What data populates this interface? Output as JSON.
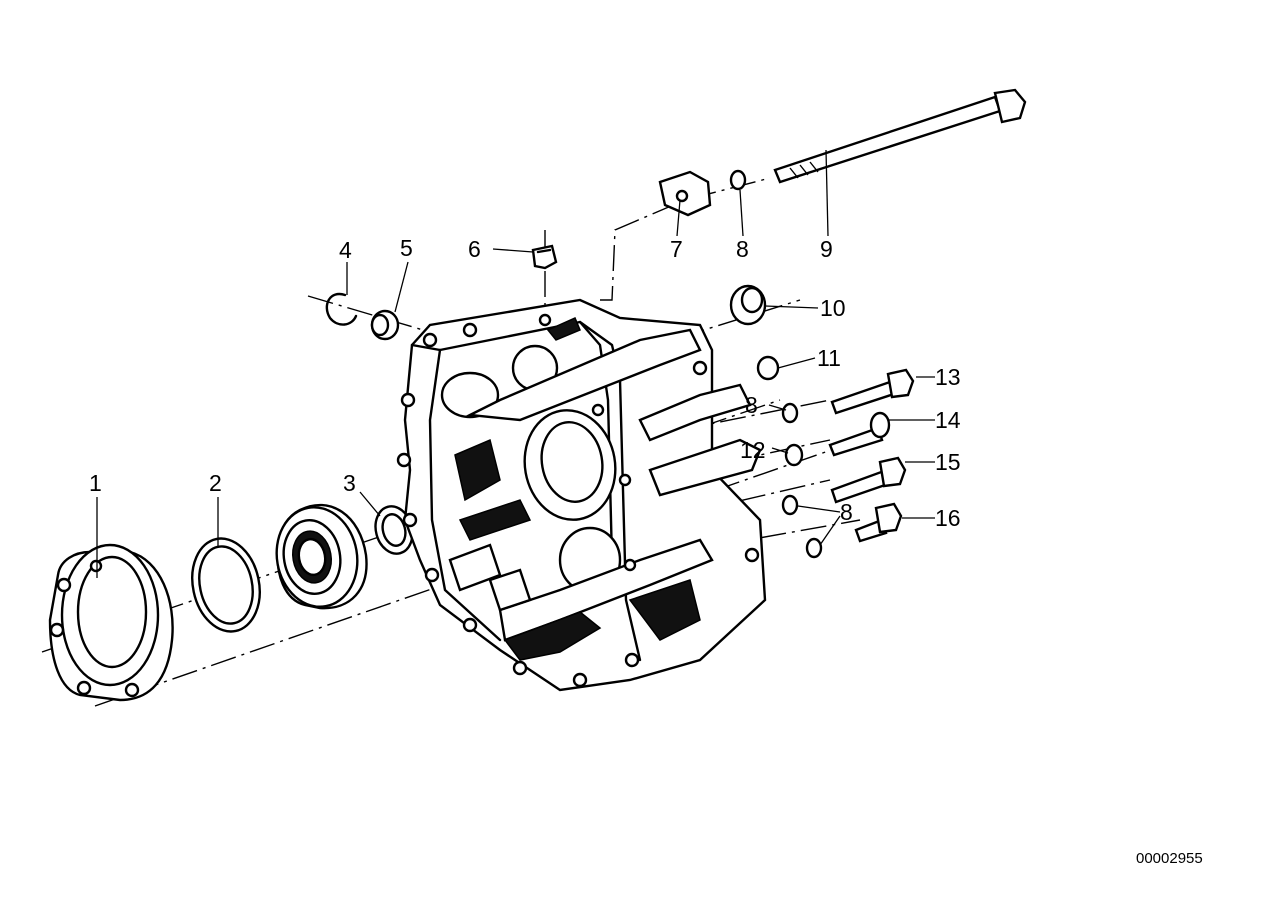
{
  "diagram": {
    "callouts": [
      "1",
      "2",
      "3",
      "4",
      "5",
      "6",
      "7",
      "8",
      "9",
      "10",
      "11",
      "8",
      "12",
      "13",
      "14",
      "15",
      "8",
      "16"
    ],
    "document_number": "00002955"
  }
}
